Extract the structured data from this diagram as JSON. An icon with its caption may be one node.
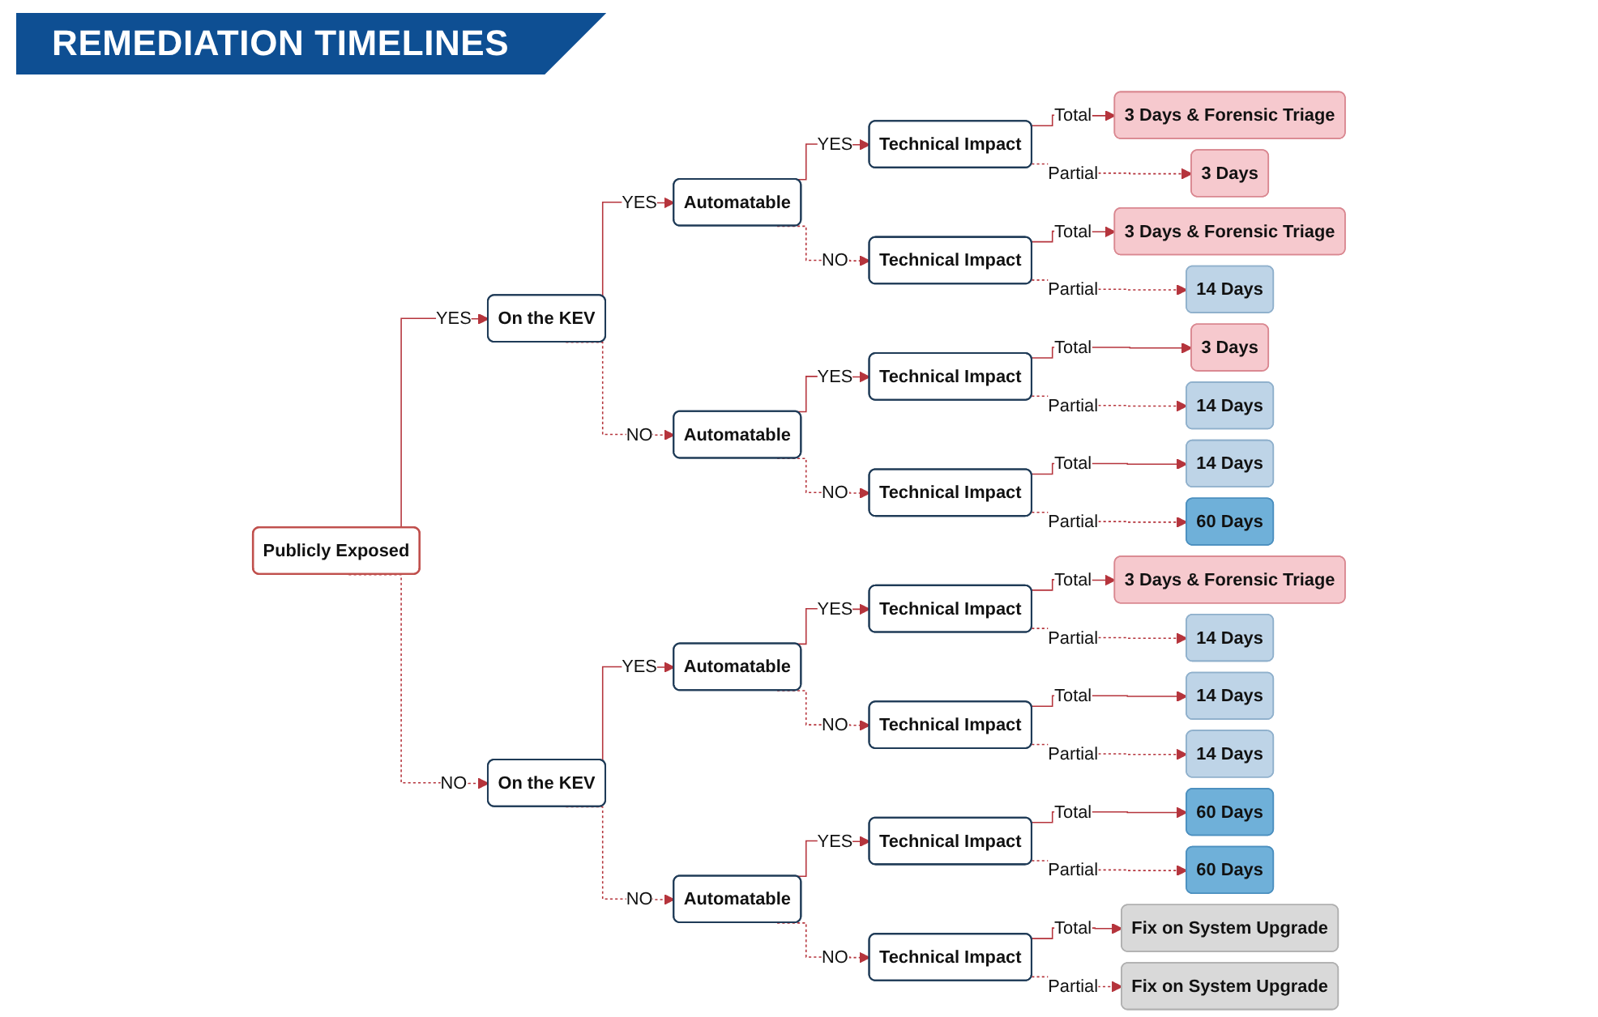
{
  "diagram": {
    "title": "REMEDIATION TIMELINES",
    "nodes": [
      {
        "text": [
          "Publicly Exposed"
        ]
      },
      {
        "text": [
          "On the KEV"
        ]
      },
      {
        "text": [
          "On the KEV"
        ]
      },
      {
        "text": [
          "Automatable"
        ]
      },
      {
        "text": [
          "Automatable"
        ]
      },
      {
        "text": [
          "Automatable"
        ]
      },
      {
        "text": [
          "Automatable"
        ]
      },
      {
        "text": [
          "Technical Impact"
        ]
      },
      {
        "text": [
          "Technical Impact"
        ]
      },
      {
        "text": [
          "Technical Impact"
        ]
      },
      {
        "text": [
          "Technical Impact"
        ]
      },
      {
        "text": [
          "Technical Impact"
        ]
      },
      {
        "text": [
          "Technical Impact"
        ]
      },
      {
        "text": [
          "Technical Impact"
        ]
      },
      {
        "text": [
          "Technical Impact"
        ]
      },
      {
        "text": [
          "3 Days & Forensic Triage"
        ]
      },
      {
        "text": [
          "3 Days"
        ]
      },
      {
        "text": [
          "3 Days & Forensic Triage"
        ]
      },
      {
        "text": [
          "14 Days"
        ]
      },
      {
        "text": [
          "3 Days"
        ]
      },
      {
        "text": [
          "14 Days"
        ]
      },
      {
        "text": [
          "14 Days"
        ]
      },
      {
        "text": [
          "60 Days"
        ]
      },
      {
        "text": [
          "3 Days & Forensic Triage"
        ]
      },
      {
        "text": [
          "14 Days"
        ]
      },
      {
        "text": [
          "14 Days"
        ]
      },
      {
        "text": [
          "14 Days"
        ]
      },
      {
        "text": [
          "60 Days"
        ]
      },
      {
        "text": [
          "60 Days"
        ]
      },
      {
        "text": [
          "Fix on System Upgrade"
        ]
      },
      {
        "text": [
          "Fix on System Upgrade"
        ]
      }
    ],
    "edges": [
      {
        "from": 0,
        "to": 1,
        "arrow": "to",
        "label": "YES"
      },
      {
        "from": 0,
        "to": 2,
        "arrow": "to",
        "label": "NO",
        "style": "dashed"
      },
      {
        "from": 1,
        "to": 3,
        "arrow": "to",
        "label": "YES"
      },
      {
        "from": 1,
        "to": 4,
        "arrow": "to",
        "label": "NO",
        "style": "dashed"
      },
      {
        "from": 2,
        "to": 5,
        "arrow": "to",
        "label": "YES"
      },
      {
        "from": 2,
        "to": 6,
        "arrow": "to",
        "label": "NO",
        "style": "dashed"
      },
      {
        "from": 3,
        "to": 7,
        "arrow": "to",
        "label": "YES"
      },
      {
        "from": 3,
        "to": 8,
        "arrow": "to",
        "label": "NO",
        "style": "dashed"
      },
      {
        "from": 4,
        "to": 9,
        "arrow": "to",
        "label": "YES"
      },
      {
        "from": 4,
        "to": 10,
        "arrow": "to",
        "label": "NO",
        "style": "dashed"
      },
      {
        "from": 5,
        "to": 11,
        "arrow": "to",
        "label": "YES"
      },
      {
        "from": 5,
        "to": 12,
        "arrow": "to",
        "label": "NO",
        "style": "dashed"
      },
      {
        "from": 6,
        "to": 13,
        "arrow": "to",
        "label": "YES"
      },
      {
        "from": 6,
        "to": 14,
        "arrow": "to",
        "label": "NO",
        "style": "dashed"
      },
      {
        "from": 7,
        "to": 15,
        "arrow": "to",
        "label": "Total"
      },
      {
        "from": 7,
        "to": 16,
        "arrow": "to",
        "label": "Partial",
        "style": "dashed"
      },
      {
        "from": 8,
        "to": 17,
        "arrow": "to",
        "label": "Total"
      },
      {
        "from": 8,
        "to": 18,
        "arrow": "to",
        "label": "Partial",
        "style": "dashed"
      },
      {
        "from": 9,
        "to": 19,
        "arrow": "to",
        "label": "Total"
      },
      {
        "from": 9,
        "to": 20,
        "arrow": "to",
        "label": "Partial",
        "style": "dashed"
      },
      {
        "from": 10,
        "to": 21,
        "arrow": "to",
        "label": "Total"
      },
      {
        "from": 10,
        "to": 22,
        "arrow": "to",
        "label": "Partial",
        "style": "dashed"
      },
      {
        "from": 11,
        "to": 23,
        "arrow": "to",
        "label": "Total"
      },
      {
        "from": 11,
        "to": 24,
        "arrow": "to",
        "label": "Partial",
        "style": "dashed"
      },
      {
        "from": 12,
        "to": 25,
        "arrow": "to",
        "label": "Total"
      },
      {
        "from": 12,
        "to": 26,
        "arrow": "to",
        "label": "Partial",
        "style": "dashed"
      },
      {
        "from": 13,
        "to": 27,
        "arrow": "to",
        "label": "Total"
      },
      {
        "from": 13,
        "to": 28,
        "arrow": "to",
        "label": "Partial",
        "style": "dashed"
      },
      {
        "from": 14,
        "to": 29,
        "arrow": "to",
        "label": "Total"
      },
      {
        "from": 14,
        "to": 30,
        "arrow": "to",
        "label": "Partial",
        "style": "dashed"
      }
    ]
  }
}
